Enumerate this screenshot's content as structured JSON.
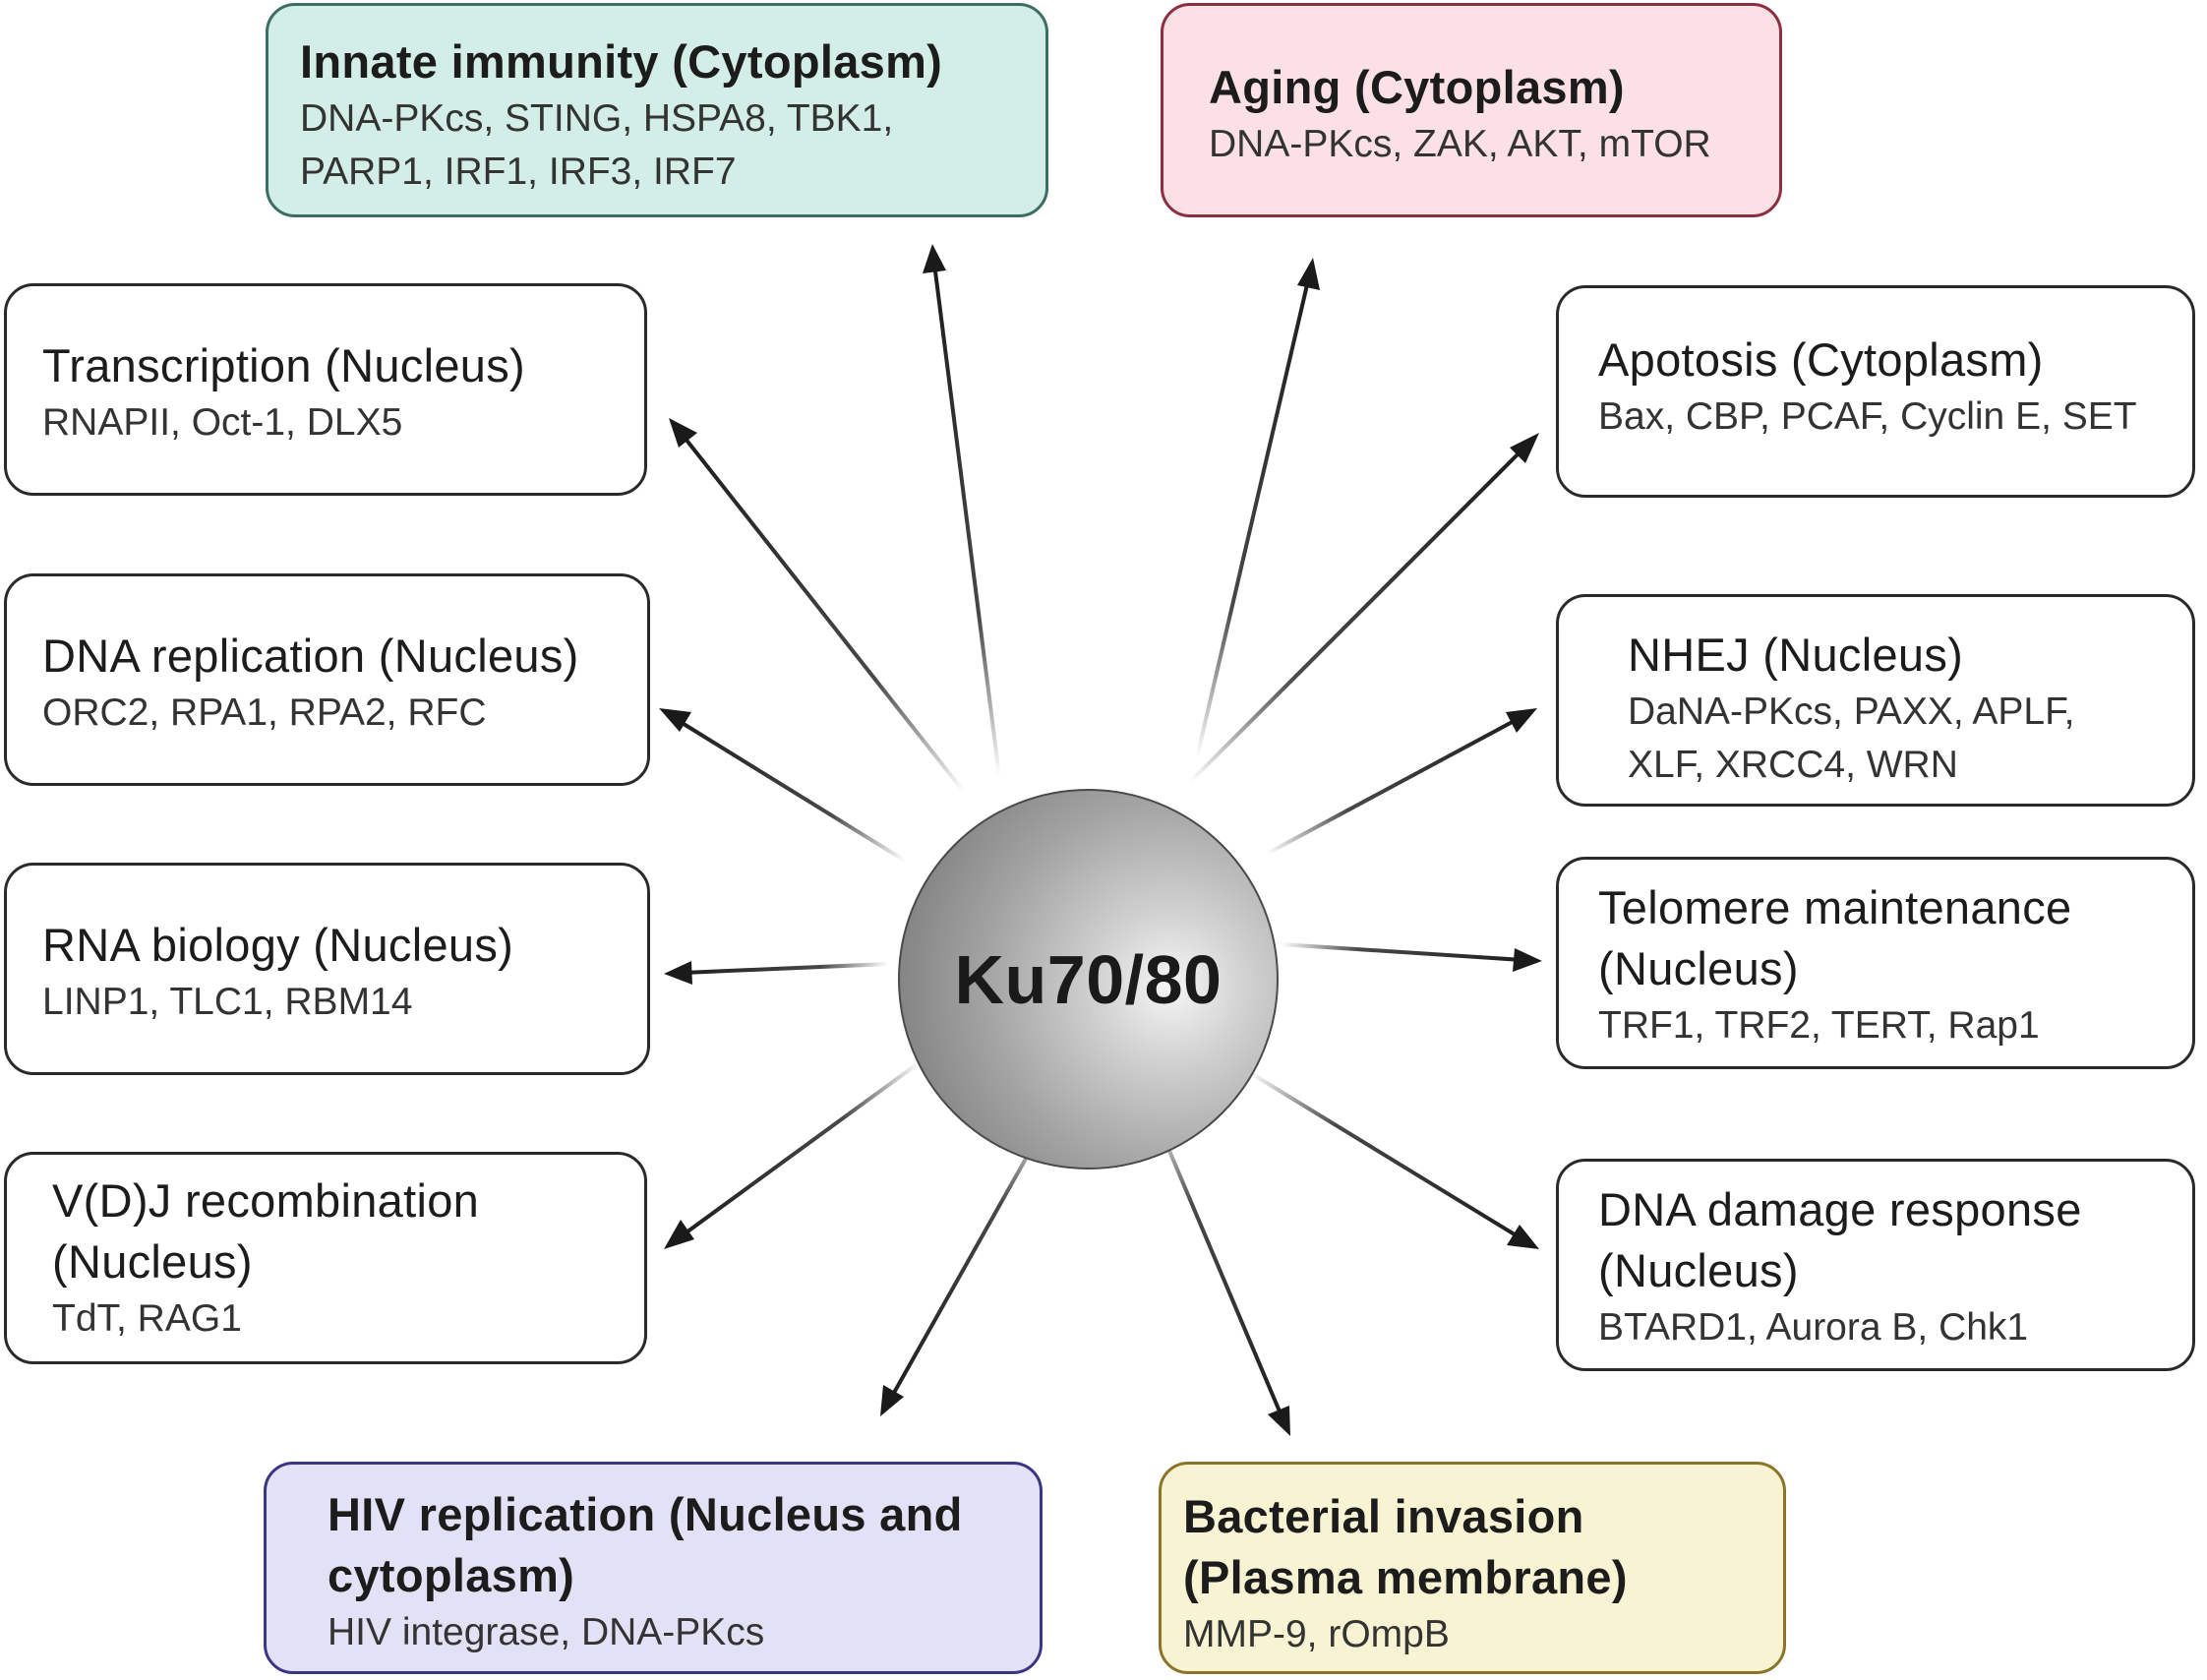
{
  "center": {
    "label": "Ku70/80"
  },
  "boxes": {
    "innate": {
      "title": "Innate immunity (Cytoplasm)",
      "body": "DNA-PKcs, STING, HSPA8, TBK1, PARP1, IRF1, IRF3, IRF7",
      "fill": "#d3ede7",
      "stroke": "#3d6e66"
    },
    "aging": {
      "title": "Aging (Cytoplasm)",
      "body": "DNA-PKcs, ZAK, AKT, mTOR",
      "fill": "#fbe1e5",
      "stroke": "#8a2f42"
    },
    "transcription": {
      "title": "Transcription (Nucleus)",
      "body": "RNAPII, Oct-1, DLX5"
    },
    "apoptosis": {
      "title": "Apotosis (Cytoplasm)",
      "body": "Bax, CBP, PCAF, Cyclin E, SET"
    },
    "dnarep": {
      "title": "DNA replication (Nucleus)",
      "body": "ORC2, RPA1, RPA2, RFC"
    },
    "nhej": {
      "title": "NHEJ (Nucleus)",
      "body": "DaNA-PKcs, PAXX, APLF, XLF, XRCC4, WRN"
    },
    "rna": {
      "title": "RNA biology (Nucleus)",
      "body": "LINP1, TLC1, RBM14"
    },
    "telomere": {
      "title": "Telomere maintenance (Nucleus)",
      "body": "TRF1, TRF2, TERT, Rap1"
    },
    "vdj": {
      "title": "V(D)J recombination (Nucleus)",
      "body": "TdT, RAG1"
    },
    "ddr": {
      "title": "DNA damage response (Nucleus)",
      "body": "BTARD1, Aurora B, Chk1"
    },
    "hiv": {
      "title": "HIV replication  (Nucleus and cytoplasm)",
      "body": "HIV integrase, DNA-PKcs",
      "fill": "#e3e1f6",
      "stroke": "#3b3585"
    },
    "bacterial": {
      "title": "Bacterial invasion (Plasma membrane)",
      "body": "MMP-9, rOmpB",
      "fill": "#f8f3d2",
      "stroke": "#8b7327"
    }
  },
  "colors": {
    "arrow": "#1a1a1a",
    "box_border": "#2a2a2a"
  },
  "arrows": [
    {
      "target": "innate"
    },
    {
      "target": "aging"
    },
    {
      "target": "transcription"
    },
    {
      "target": "apoptosis"
    },
    {
      "target": "dnarep"
    },
    {
      "target": "nhej"
    },
    {
      "target": "rna"
    },
    {
      "target": "telomere"
    },
    {
      "target": "vdj"
    },
    {
      "target": "ddr"
    },
    {
      "target": "hiv"
    },
    {
      "target": "bacterial"
    }
  ]
}
